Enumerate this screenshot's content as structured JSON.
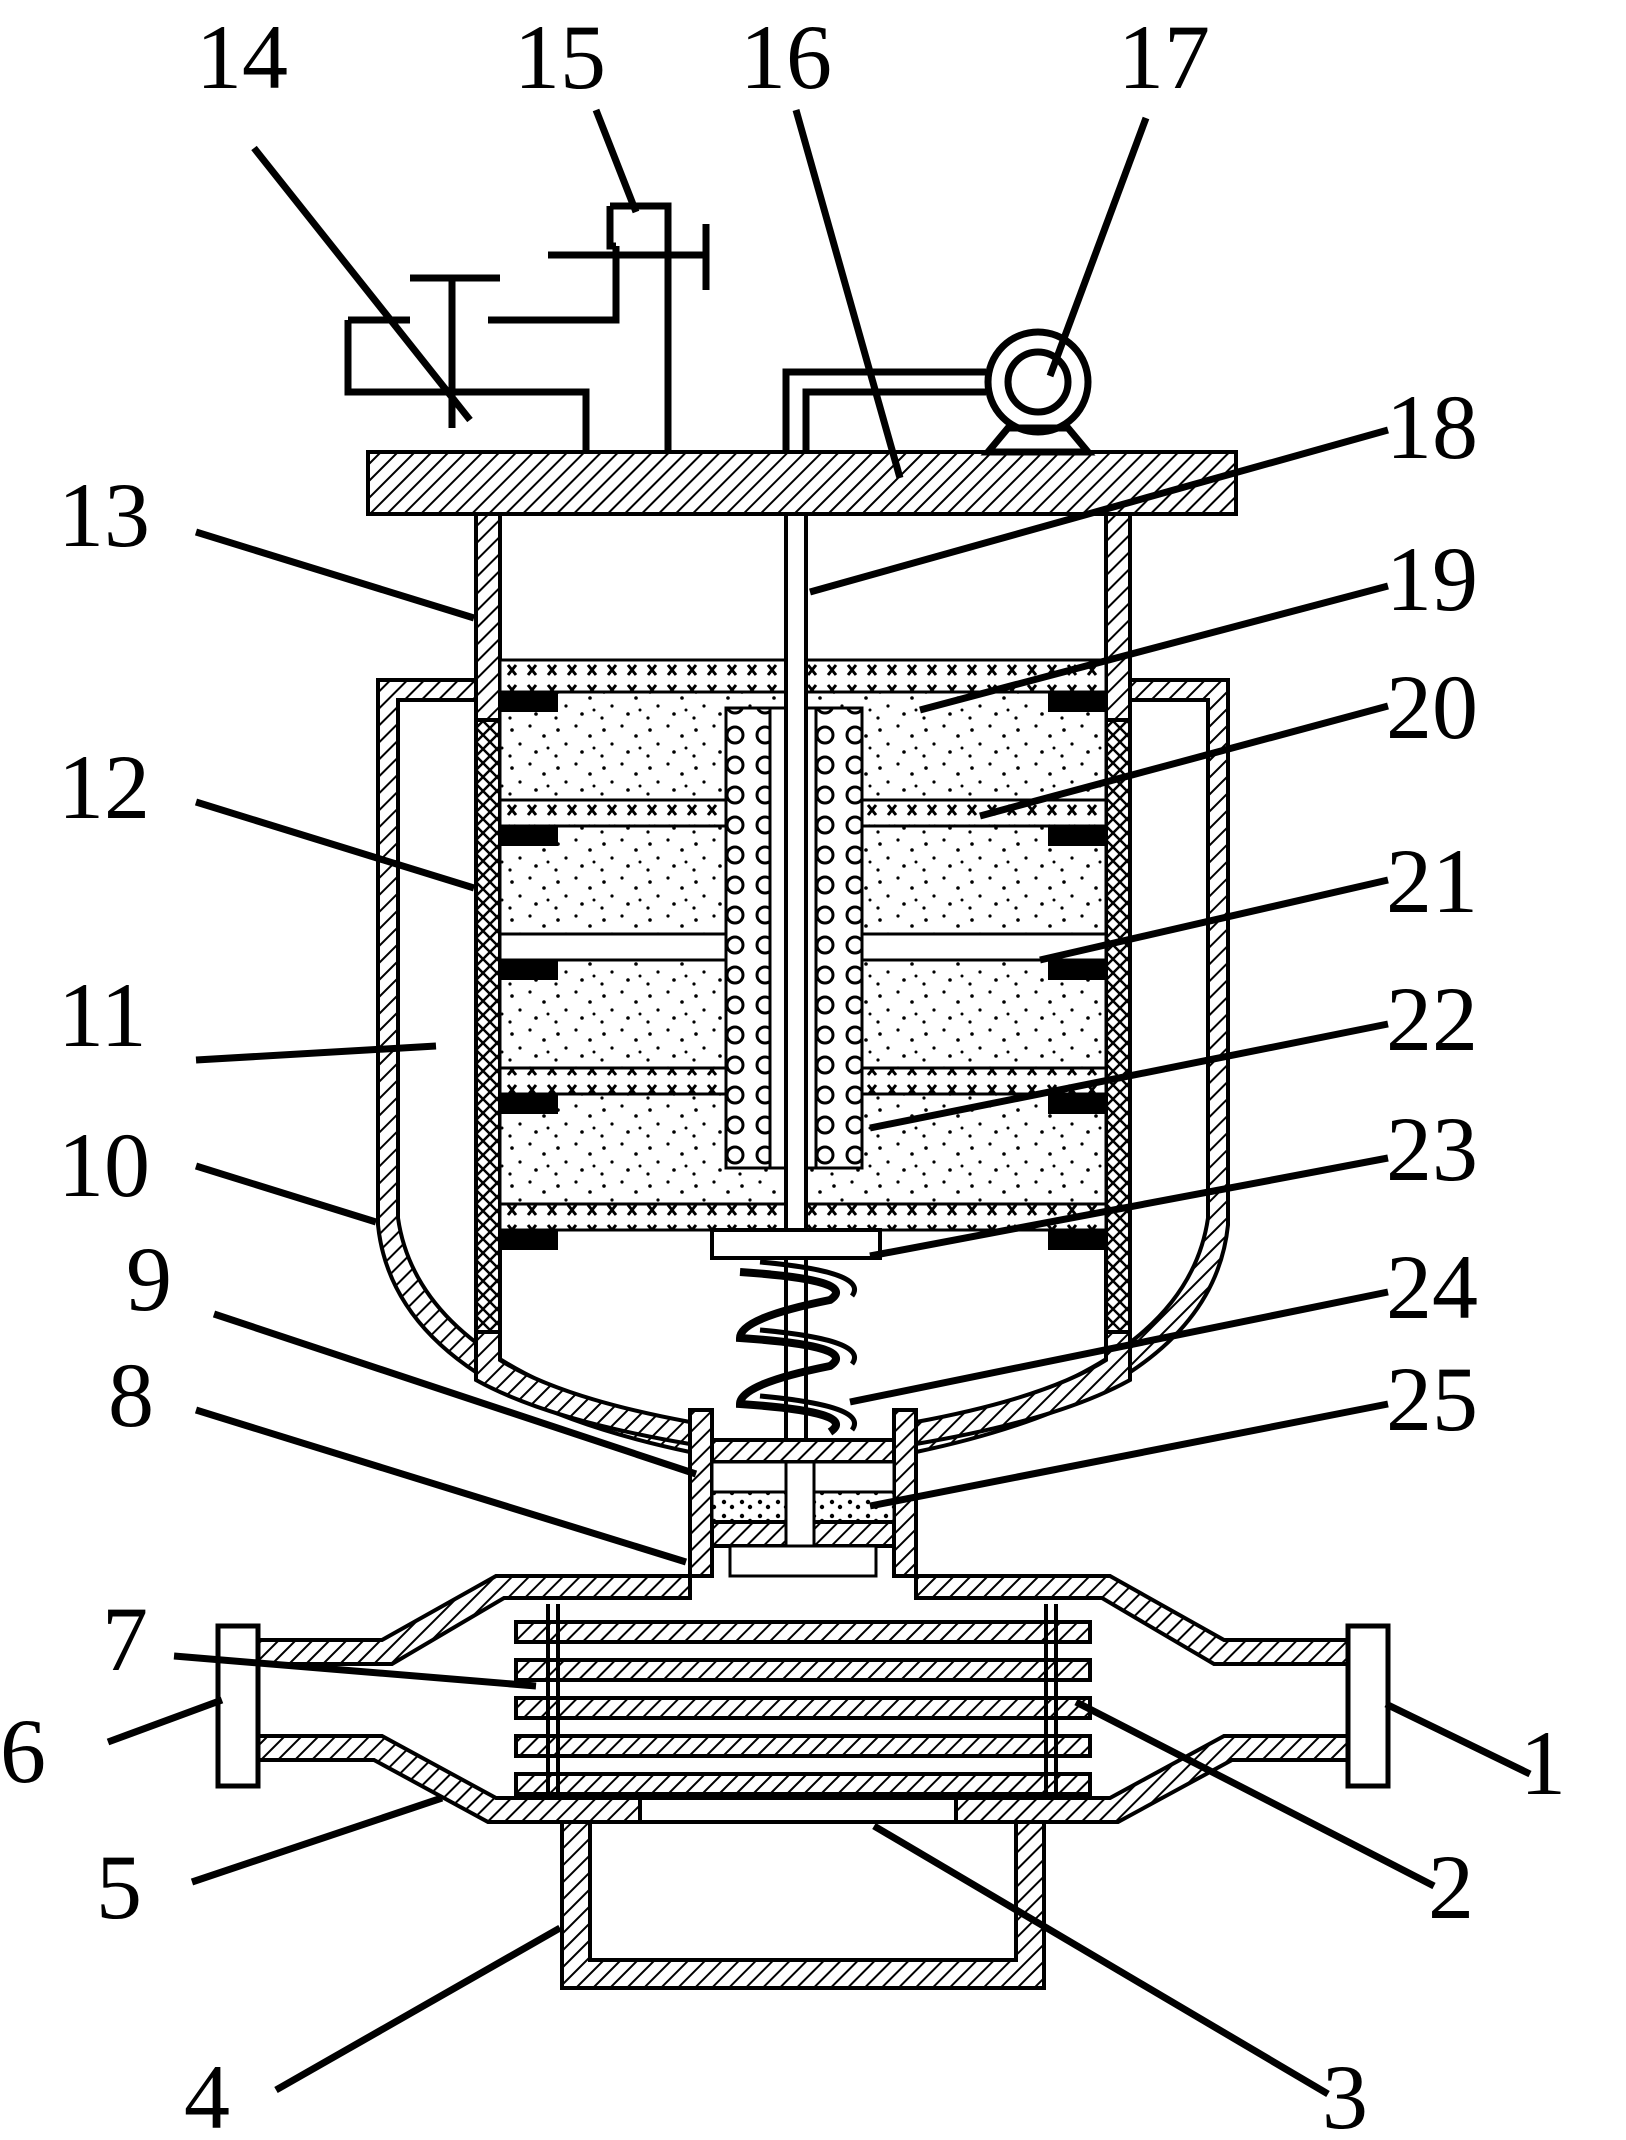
{
  "labels": [
    "1",
    "2",
    "3",
    "4",
    "5",
    "6",
    "7",
    "8",
    "9",
    "10",
    "11",
    "12",
    "13",
    "14",
    "15",
    "16",
    "17",
    "18",
    "19",
    "20",
    "21",
    "22",
    "23",
    "24",
    "25"
  ],
  "colors": {
    "ink": "#000000",
    "paper": "#ffffff"
  }
}
